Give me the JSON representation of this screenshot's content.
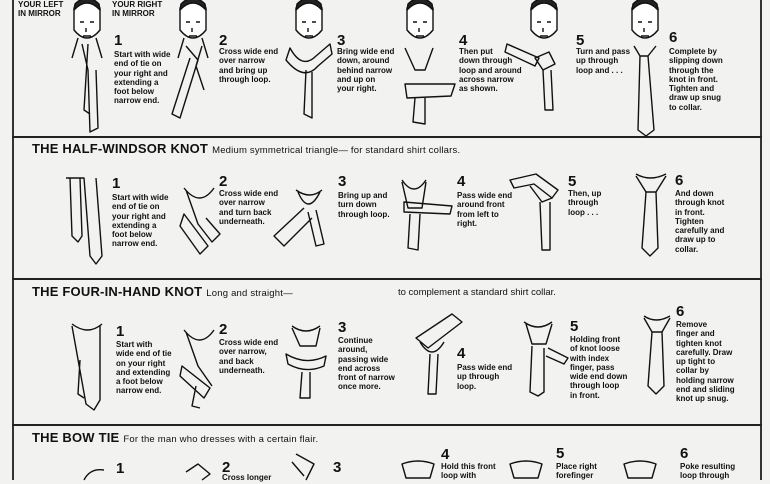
{
  "mirror": {
    "left": "YOUR LEFT\nIN MIRROR",
    "right": "YOUR RIGHT\nIN MIRROR"
  },
  "windsor": {
    "steps": [
      {
        "num": "1",
        "text": "Start with wide\nend of tie on\nyour right and\nextending a\nfoot below\nnarrow end."
      },
      {
        "num": "2",
        "text": "Cross wide end\nover narrow\nand bring up\nthrough loop."
      },
      {
        "num": "3",
        "text": "Bring wide end\ndown, around\nbehind narrow\nand up on\nyour right."
      },
      {
        "num": "4",
        "text": "Then put\ndown through\nloop and around\nacross narrow\nas shown."
      },
      {
        "num": "5",
        "text": "Turn and pass\nup through\nloop and . . ."
      },
      {
        "num": "6",
        "text": "Complete by\nslipping down\nthrough the\nknot in front.\nTighten and\ndraw up snug\nto collar."
      }
    ]
  },
  "half_windsor": {
    "title": "THE HALF-WINDSOR KNOT",
    "subtitle": "Medium symmetrical triangle— for standard shirt collars.",
    "steps": [
      {
        "num": "1",
        "text": "Start with wide\nend of tie on\nyour right and\nextending a\nfoot below\nnarrow end."
      },
      {
        "num": "2",
        "text": "Cross wide end\nover narrow\nand turn back\nunderneath."
      },
      {
        "num": "3",
        "text": "Bring up and\nturn down\nthrough loop."
      },
      {
        "num": "4",
        "text": "Pass wide end\naround front\nfrom left to\nright."
      },
      {
        "num": "5",
        "text": "Then, up\nthrough\nloop . . ."
      },
      {
        "num": "6",
        "text": "And down\nthrough knot\nin front.\nTighten\ncarefully and\ndraw up to\ncollar."
      }
    ]
  },
  "four_in_hand": {
    "title": "THE FOUR-IN-HAND KNOT",
    "subtitle": "Long and straight—",
    "subtitle_2": "to complement a standard shirt collar.",
    "steps": [
      {
        "num": "1",
        "text": "Start with\nwide end of tie\non your right\nand extending\na foot below\nnarrow end."
      },
      {
        "num": "2",
        "text": "Cross wide end\nover narrow,\nand back\nunderneath."
      },
      {
        "num": "3",
        "text": "Continue\naround,\npassing wide\nend across\nfront of narrow\nonce more."
      },
      {
        "num": "4",
        "text": "Pass wide end\nup through\nloop."
      },
      {
        "num": "5",
        "text": "Holding front\nof knot loose\nwith index\nfinger, pass\nwide end down\nthrough loop\nin front."
      },
      {
        "num": "6",
        "text": "Remove\nfinger and\ntighten knot\ncarefully. Draw\nup tight to\ncollar by\nholding narrow\nend and sliding\nknot up snug."
      }
    ]
  },
  "bow_tie": {
    "title": "THE BOW TIE",
    "subtitle": "For the man who dresses with a certain flair.",
    "steps": [
      {
        "num": "1",
        "text": ""
      },
      {
        "num": "2",
        "text": "Cross longer"
      },
      {
        "num": "3",
        "text": ""
      },
      {
        "num": "4",
        "text": "Hold this front\nloop with"
      },
      {
        "num": "5",
        "text": "Place right\nforefinger"
      },
      {
        "num": "6",
        "text": "Poke resulting\nloop through"
      }
    ]
  }
}
